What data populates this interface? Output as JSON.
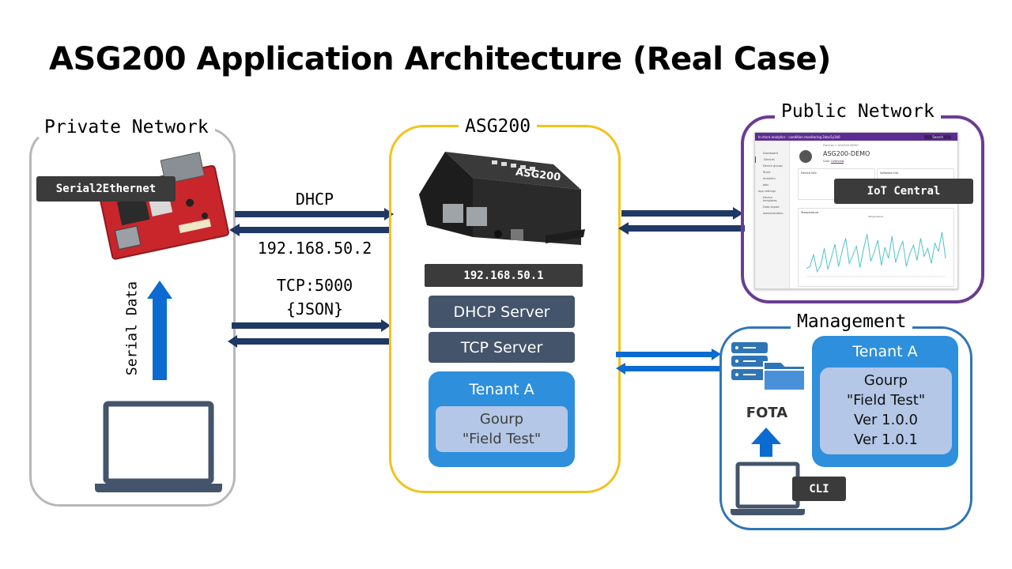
{
  "title": "ASG200 Application Architecture (Real Case)",
  "groups": {
    "private": "Private Network",
    "asg": "ASG200",
    "public": "Public Network",
    "management": "Management"
  },
  "private": {
    "board_tag": "Serial2Ethernet",
    "serial_label": "Serial Data"
  },
  "links": {
    "dhcp": "DHCP",
    "client_ip": "192.168.50.2",
    "tcp": "TCP:5000",
    "json": "{JSON}"
  },
  "asg": {
    "device_brand": "ASG200",
    "ip": "192.168.50.1",
    "dhcp_server": "DHCP Server",
    "tcp_server": "TCP Server",
    "tenant": "Tenant A",
    "group_line1": "Gourp",
    "group_line2": "\"Field Test\""
  },
  "public": {
    "iot_central": "IoT Central",
    "app_header": "In-store analytics - condition monitoring 2abc5y1b0",
    "search": "Search",
    "breadcrumb": "Devices > ASG200-DEMO",
    "device_name": "ASG200-DEMO",
    "tabs": [
      "Data",
      "Overview"
    ],
    "nav": [
      "Dashboard",
      "Devices",
      "Device groups",
      "Rules",
      "Analytics",
      "Jobs",
      "App settings",
      "Device templates",
      "Data export",
      "Administration"
    ],
    "card1": "Device info",
    "card2": "Software info",
    "card3": "Temperature",
    "legend": "Temperature"
  },
  "management": {
    "fota": "FOTA",
    "cli": "CLI",
    "tenant": "Tenant A",
    "lines": [
      "Gourp",
      "\"Field Test\"",
      "Ver 1.0.0",
      "Ver 1.0.1"
    ]
  },
  "chart_data": {
    "type": "line",
    "series": [
      {
        "values": [
          28,
          30,
          42,
          25,
          31,
          48,
          27,
          39,
          52,
          30,
          45,
          58,
          33,
          41,
          50,
          29,
          47,
          62,
          35,
          44,
          56,
          31,
          49,
          38,
          60,
          34,
          46,
          55,
          30,
          43,
          51,
          36,
          58,
          40,
          48,
          33,
          53,
          45,
          64,
          38
        ]
      }
    ],
    "ylim": [
      20,
      70
    ]
  },
  "colors": {
    "asg_border": "#f2c31b",
    "public_border": "#6a3d93",
    "management_border": "#2f75b6",
    "server_box": "#44546a",
    "tenant_box": "#2e8fdc",
    "tenant_inner": "#b4c7e7",
    "arrow_dark": "#1f3864",
    "arrow_blue": "#0b6bd1",
    "chart_line": "#4fc3c8"
  }
}
